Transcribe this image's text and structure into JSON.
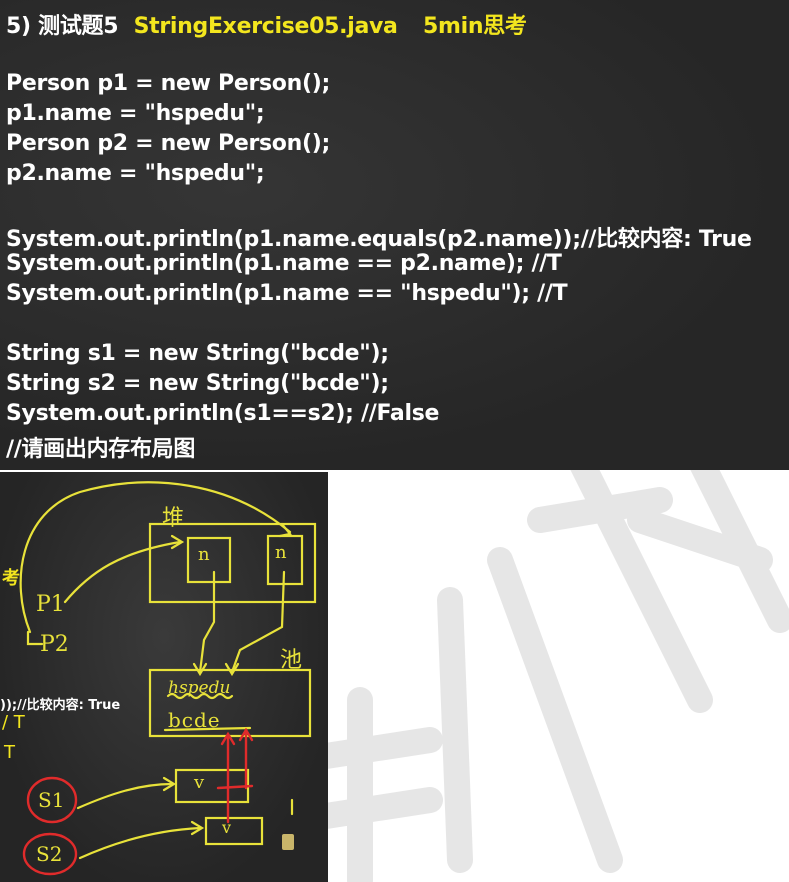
{
  "title": {
    "prefix": "5) 测试题5",
    "file": "StringExercise05.java",
    "think": "5min思考"
  },
  "code": [
    "Person p1 = new Person();",
    "p1.name = \"hspedu\";",
    "Person p2 = new Person();",
    "p2.name = \"hspedu\";",
    "",
    "System.out.println(p1.name.equals(p2.name));//比较内容: True",
    "System.out.println(p1.name == p2.name);  //T",
    "System.out.println(p1.name == \"hspedu\");   //T",
    "",
    "String s1 = new String(\"bcde\");",
    "String s2 = new String(\"bcde\");",
    "System.out.println(s1==s2); //False",
    "//请画出内存布局图"
  ],
  "diagram": {
    "heap_label": "堆",
    "pool_label": "池",
    "ref_p1": "P1",
    "ref_p2": "P2",
    "field_n1": "n",
    "field_n2": "n",
    "pool_str1": "hspedu",
    "pool_str2": "bcde",
    "ref_s1": "S1",
    "ref_s2": "S2",
    "value1": "v",
    "value2": "v",
    "edge_frag_kao": "考",
    "edge_frag_compare": "));//比较内容: True",
    "edge_frag_t1": "/ T",
    "edge_frag_t2": "T"
  },
  "colors": {
    "title_highlight": "#f3e61e",
    "chalk_yellow": "#e8e23a",
    "chalk_red": "#e02b2b",
    "watermark": "#e3e3e3"
  }
}
